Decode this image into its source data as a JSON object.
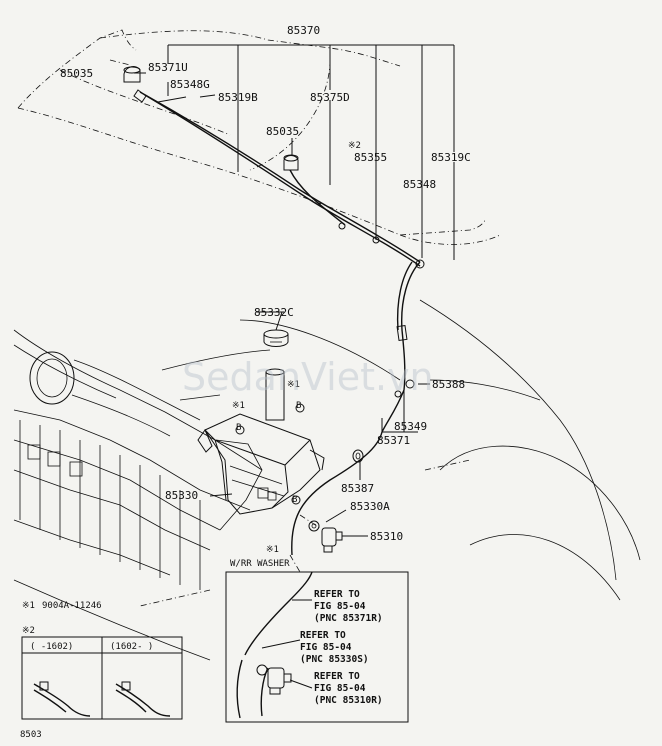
{
  "diagram": {
    "part_labels": {
      "p85370": "85370",
      "p85035_a": "85035",
      "p85371U": "85371U",
      "p85348G": "85348G",
      "p85319B": "85319B",
      "p85375D": "85375D",
      "p85035_b": "85035",
      "p85355": "85355",
      "p85319C": "85319C",
      "p85348": "85348",
      "p85332C": "85332C",
      "p85388": "85388",
      "p85349": "85349",
      "p85371": "85371",
      "p85330": "85330",
      "p85387": "85387",
      "p85330A": "85330A",
      "p85310": "85310"
    },
    "notes": {
      "mark2_top": "※2",
      "mark1_a": "※1",
      "mark1_b": "※1",
      "mark1_c": "※1",
      "mark_b1": "B",
      "mark_b2": "B",
      "mark_b3": "B",
      "fr_rr_washer": "W/RR WASHER",
      "legend_mark1": "※1",
      "legend_part": "9004A-11246",
      "legend_mark2": "※2",
      "legend_col1": "(      -1602)",
      "legend_col2": "(1602-      )",
      "figure_code": "8503"
    },
    "refer_box": {
      "r1_line1": "REFER TO",
      "r1_line2": "FIG 85-04",
      "r1_line3": "(PNC 85371R)",
      "r2_line1": "REFER TO",
      "r2_line2": "FIG 85-04",
      "r2_line3": "(PNC 85330S)",
      "r3_line1": "REFER TO",
      "r3_line2": "FIG 85-04",
      "r3_line3": "(PNC 85310R)"
    },
    "watermark": "SedanViet.vn"
  }
}
